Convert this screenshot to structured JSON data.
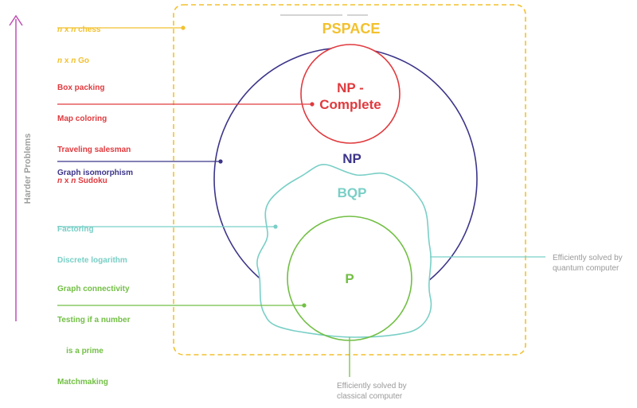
{
  "axis_label": "Harder Problems",
  "colors": {
    "pspace": "#f2c12e",
    "np_complete": "#e03a3e",
    "np": "#3b3489",
    "bqp": "#79cfc6",
    "p": "#72bf44",
    "arrow": "#c14fb5",
    "note": "#9a9a9a"
  },
  "classes": {
    "pspace": "PSPACE",
    "np_complete": "NP -\nComplete",
    "np": "NP",
    "bqp": "BQP",
    "p": "P"
  },
  "problem_groups": {
    "pspace": [
      {
        "italic": "n",
        "text": " x ",
        "italic2": "n",
        "rest": " chess"
      },
      {
        "italic": "n",
        "text": " x ",
        "italic2": "n",
        "rest": " Go"
      }
    ],
    "np_complete": {
      "plain": [
        "Box packing",
        "Map coloring",
        "Traveling salesman"
      ],
      "last": {
        "italic": "n",
        "text": " x ",
        "italic2": "n",
        "rest": " Sudoku"
      }
    },
    "np": [
      "Graph isomorphism"
    ],
    "bqp": [
      "Factoring",
      "Discrete logarithm"
    ],
    "p": [
      "Graph connectivity",
      "Testing if a number",
      "    is a prime",
      "Matchmaking"
    ]
  },
  "notes": {
    "quantum": "Efficiently solved by\nquantum computer",
    "classical": "Efficiently solved by\nclassical computer"
  }
}
